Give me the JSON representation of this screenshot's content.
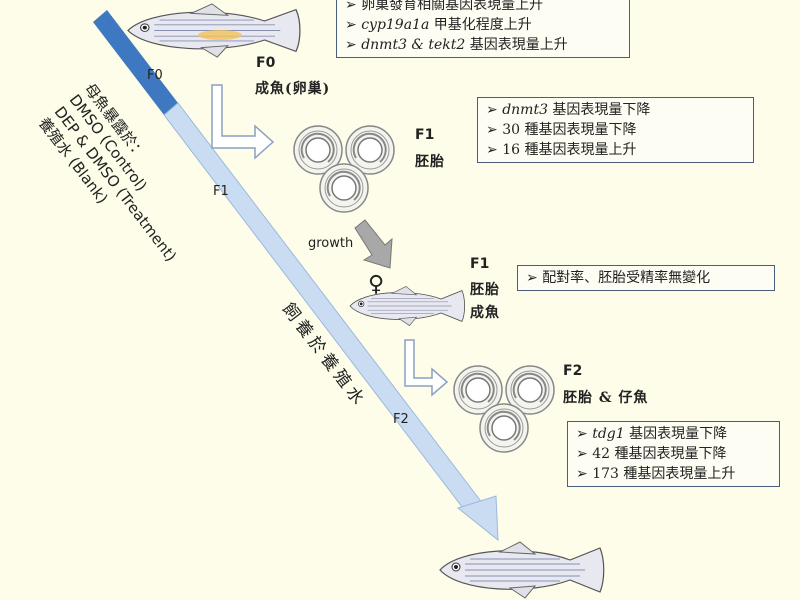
{
  "exposure": {
    "title": "母魚暴露於：",
    "lines": [
      "DMSO (Control)",
      "DEP & DMSO (Treatment)",
      "養殖水 (Blank)"
    ]
  },
  "bar": {
    "labels": [
      "F0",
      "F1",
      "F2"
    ],
    "caption": "飼養於養殖水",
    "dark_color": "#3e78c0",
    "light_color": "#c9dcf2"
  },
  "f0": {
    "gen": "F0",
    "desc": "成魚(卵巢)",
    "box": [
      {
        "pre": "",
        "gene": "",
        "text": "卵巢發育相關基因表現量上升"
      },
      {
        "pre": "",
        "gene": "cyp19a1a",
        "text": " 甲基化程度上升"
      },
      {
        "pre": "",
        "gene": "dnmt3 & tekt2",
        "text": " 基因表現量上升"
      }
    ]
  },
  "f1_embryo": {
    "gen": "F1",
    "desc": "胚胎",
    "box": [
      {
        "gene": "dnmt3",
        "text": " 基因表現量下降"
      },
      {
        "gene": "",
        "text": "30 種基因表現量下降"
      },
      {
        "gene": "",
        "text": "16 種基因表現量上升"
      }
    ]
  },
  "growth": {
    "label": "growth",
    "female_symbol": "♀"
  },
  "f1_adult": {
    "gen": "F1",
    "desc1": "胚胎",
    "desc2": "成魚",
    "box": [
      {
        "gene": "",
        "text": "配對率、胚胎受精率無變化"
      }
    ]
  },
  "f2": {
    "gen": "F2",
    "desc": "胚胎 & 仔魚",
    "box": [
      {
        "gene": "tdg1",
        "text": " 基因表現量下降"
      },
      {
        "gene": "",
        "text": " 42 種基因表現量下降"
      },
      {
        "gene": "",
        "text": "173 種基因表現量上升"
      }
    ]
  },
  "bullet": "➢"
}
